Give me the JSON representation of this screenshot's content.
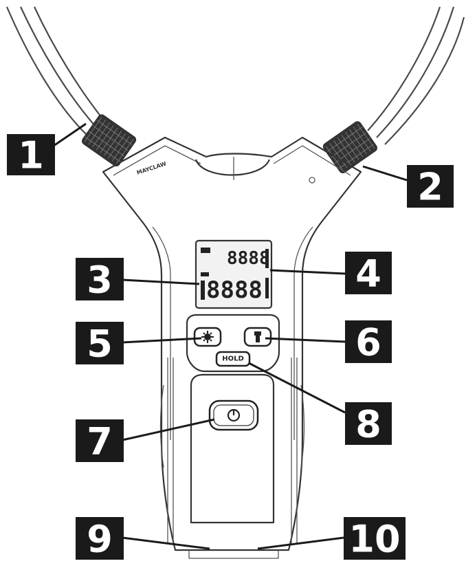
{
  "callouts": [
    {
      "number": "1"
    },
    {
      "number": "2"
    },
    {
      "number": "3"
    },
    {
      "number": "4"
    },
    {
      "number": "5"
    },
    {
      "number": "6"
    },
    {
      "number": "7"
    },
    {
      "number": "8"
    },
    {
      "number": "9"
    },
    {
      "number": "10"
    }
  ],
  "device": {
    "hold_button_label": "HOLD",
    "lcd_main_digits": "8888",
    "lcd_secondary_digits": "8888",
    "power_icon": "power-icon",
    "backlight_icon": "backlight-icon",
    "flashlight_icon": "flashlight-icon"
  },
  "colors": {
    "callout_fill": "#1a1a1a",
    "callout_text": "#ffffff",
    "line_art": "#333333"
  }
}
